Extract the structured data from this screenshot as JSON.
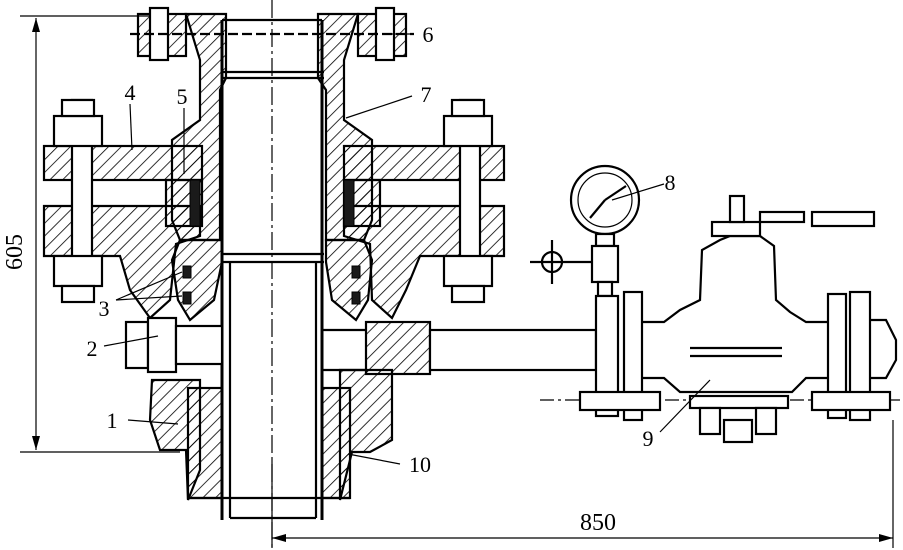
{
  "callouts": [
    {
      "id": "1",
      "text": "1"
    },
    {
      "id": "2",
      "text": "2"
    },
    {
      "id": "3",
      "text": "3"
    },
    {
      "id": "4",
      "text": "4"
    },
    {
      "id": "5",
      "text": "5"
    },
    {
      "id": "6",
      "text": "6"
    },
    {
      "id": "7",
      "text": "7"
    },
    {
      "id": "8",
      "text": "8"
    },
    {
      "id": "9",
      "text": "9"
    },
    {
      "id": "10",
      "text": "10"
    }
  ],
  "dimensions": {
    "height": "605",
    "length": "850"
  }
}
